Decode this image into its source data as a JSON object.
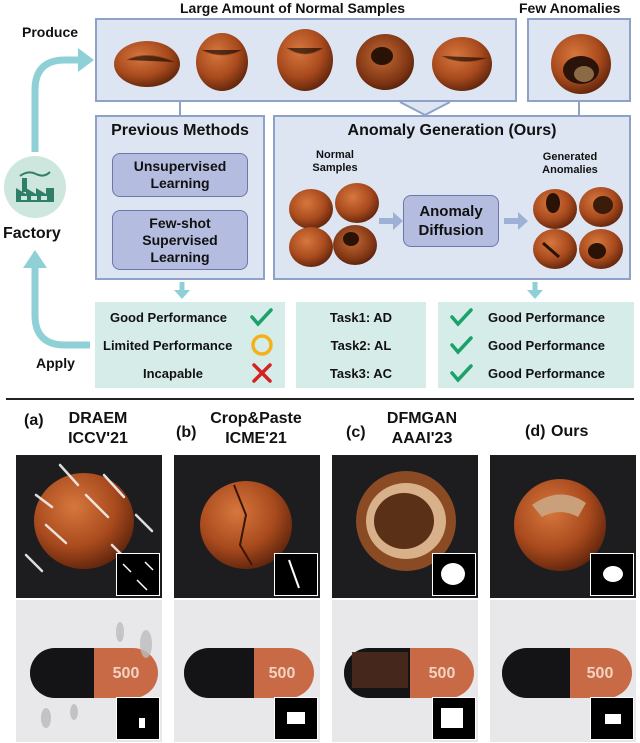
{
  "top": {
    "normal_samples_title": "Large Amount of Normal Samples",
    "few_anomalies_title": "Few Anomalies",
    "produce_label": "Produce",
    "factory_label": "Factory",
    "apply_label": "Apply"
  },
  "previous": {
    "title": "Previous Methods",
    "methods": [
      "Unsupervised\nLearning",
      "Few-shot\nSupervised\nLearning"
    ]
  },
  "generation": {
    "title": "Anomaly Generation (Ours)",
    "normal_label": "Normal\nSamples",
    "generated_label": "Generated\nAnomalies",
    "diffusion_label": "Anomaly\nDiffusion"
  },
  "results": {
    "previous": [
      {
        "text": "Good Performance",
        "mark": "check-icon"
      },
      {
        "text": "Limited Performance",
        "mark": "circle-icon"
      },
      {
        "text": "Incapable",
        "mark": "cross-icon"
      }
    ],
    "tasks": [
      "Task1: AD",
      "Task2: AL",
      "Task3: AC"
    ],
    "ours": [
      "Good Performance",
      "Good Performance",
      "Good Performance"
    ]
  },
  "comparison": {
    "columns": [
      {
        "tag": "(a)",
        "name": "DRAEM",
        "venue": "ICCV'21"
      },
      {
        "tag": "(b)",
        "name": "Crop&Paste",
        "venue": "ICME'21"
      },
      {
        "tag": "(c)",
        "name": "DFMGAN",
        "venue": "AAAI'23"
      },
      {
        "tag": "(d)",
        "name": "Ours",
        "venue": ""
      }
    ],
    "capsule_print": "500"
  },
  "colors": {
    "panel_blue": "#dde5f3",
    "panel_border": "#8ea2c8",
    "method_box": "#b4bde0",
    "mint": "#d6ece8",
    "arrow": "#8fd0d6",
    "check": "#1aa26a",
    "circle": "#f3b21b",
    "cross": "#d32424"
  }
}
